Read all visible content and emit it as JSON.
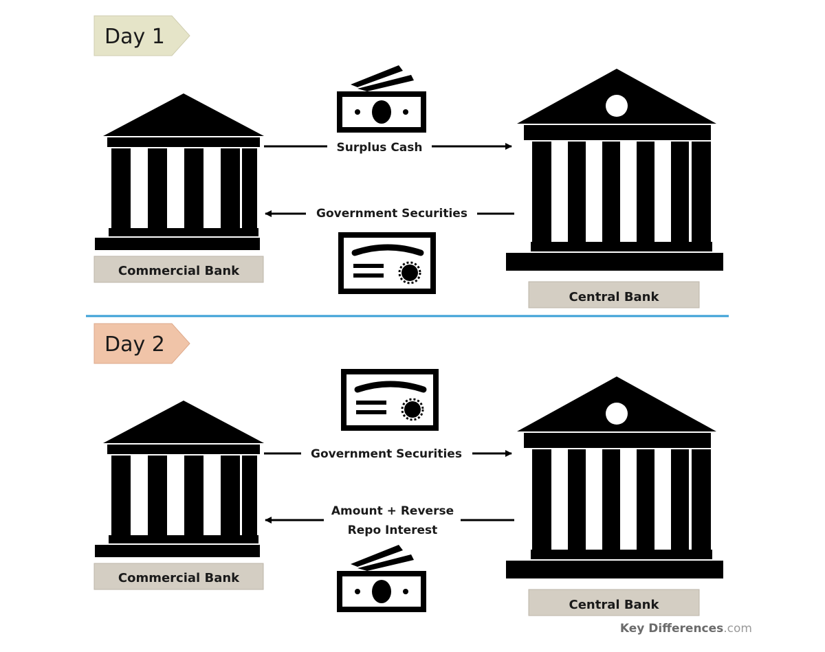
{
  "colors": {
    "day1_tag": "#e5e4c8",
    "day2_tag": "#f0c4a8",
    "label_box": "#d4cec3",
    "divider": "#3a9fd6",
    "icon": "#000000"
  },
  "day1": {
    "tag": "Day 1",
    "left_label": "Commercial Bank",
    "right_label": "Central Bank",
    "top_flow": "Surplus Cash",
    "bottom_flow": "Government Securities"
  },
  "day2": {
    "tag": "Day 2",
    "left_label": "Commercial Bank",
    "right_label": "Central Bank",
    "top_flow": "Government Securities",
    "bottom_flow_line1": "Amount + Reverse",
    "bottom_flow_line2": "Repo Interest"
  },
  "watermark": {
    "part1": "Key Differences",
    "part2": ".com"
  }
}
